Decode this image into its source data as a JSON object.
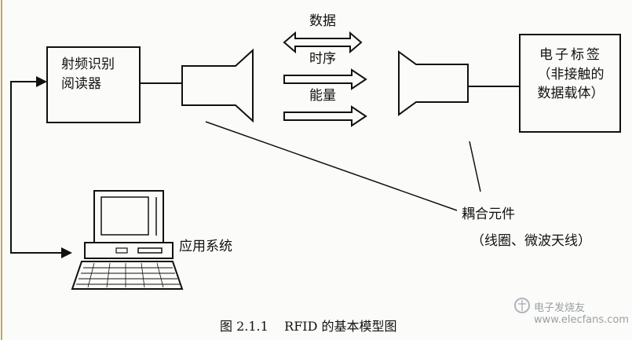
{
  "reader": {
    "line1": "射频识别",
    "line2": "阅读器"
  },
  "tag": {
    "line1": "电子标签",
    "line2": "（非接触的",
    "line3": "数据载体）"
  },
  "arrows": {
    "data": "数据",
    "timing": "时序",
    "energy": "能量"
  },
  "app": {
    "label": "应用系统"
  },
  "coupling": {
    "line1": "耦合元件",
    "line2": "（线圈、微波天线）"
  },
  "caption": "图 2.1.1    RFID 的基本模型图",
  "watermark": "电子发烧友 www.elecfans.com",
  "colors": {
    "stroke": "#111111",
    "background": "#fbfbf9",
    "left_rule": "#c9a55a"
  }
}
